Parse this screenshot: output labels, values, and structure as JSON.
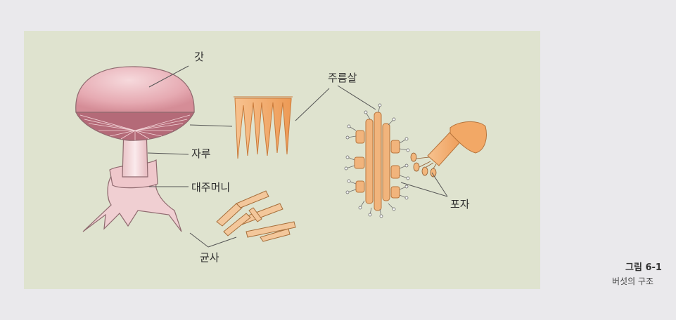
{
  "labels": {
    "cap": "갓",
    "gill": "주름살",
    "stem": "자루",
    "volva": "대주머니",
    "spore": "포자",
    "hypha": "균사"
  },
  "caption": {
    "title": "그림 6-1",
    "subtitle": "버섯의 구조"
  },
  "colors": {
    "panel": "#dfe3cf",
    "cap": "#e4a9b1",
    "stem": "#f3d6d8",
    "orange": "#f0a866"
  }
}
